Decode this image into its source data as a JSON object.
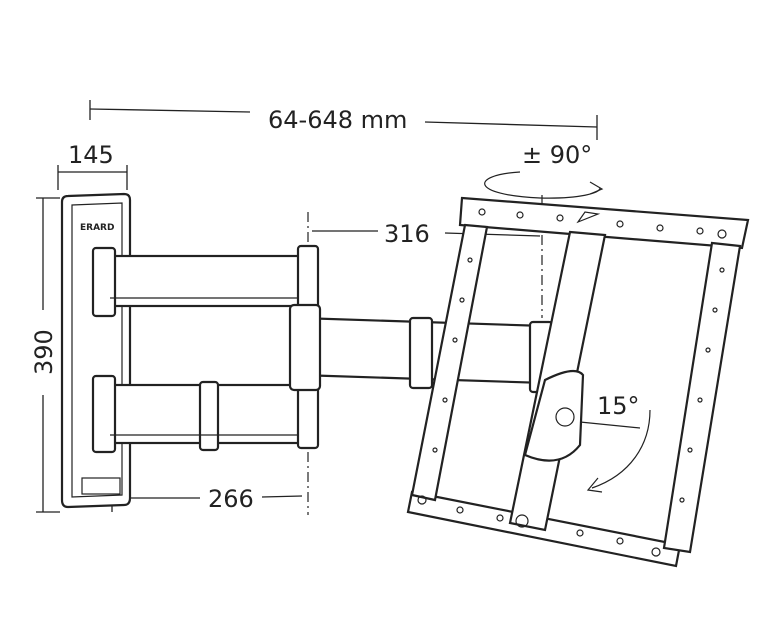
{
  "diagram": {
    "brand_logo": "ERARD",
    "dimensions": {
      "extension": "64-648 mm",
      "plate_width": "145",
      "plate_height": "390",
      "pivot_offset": "316",
      "arm_depth": "266",
      "swivel": "± 90°",
      "tilt": "15°"
    }
  }
}
